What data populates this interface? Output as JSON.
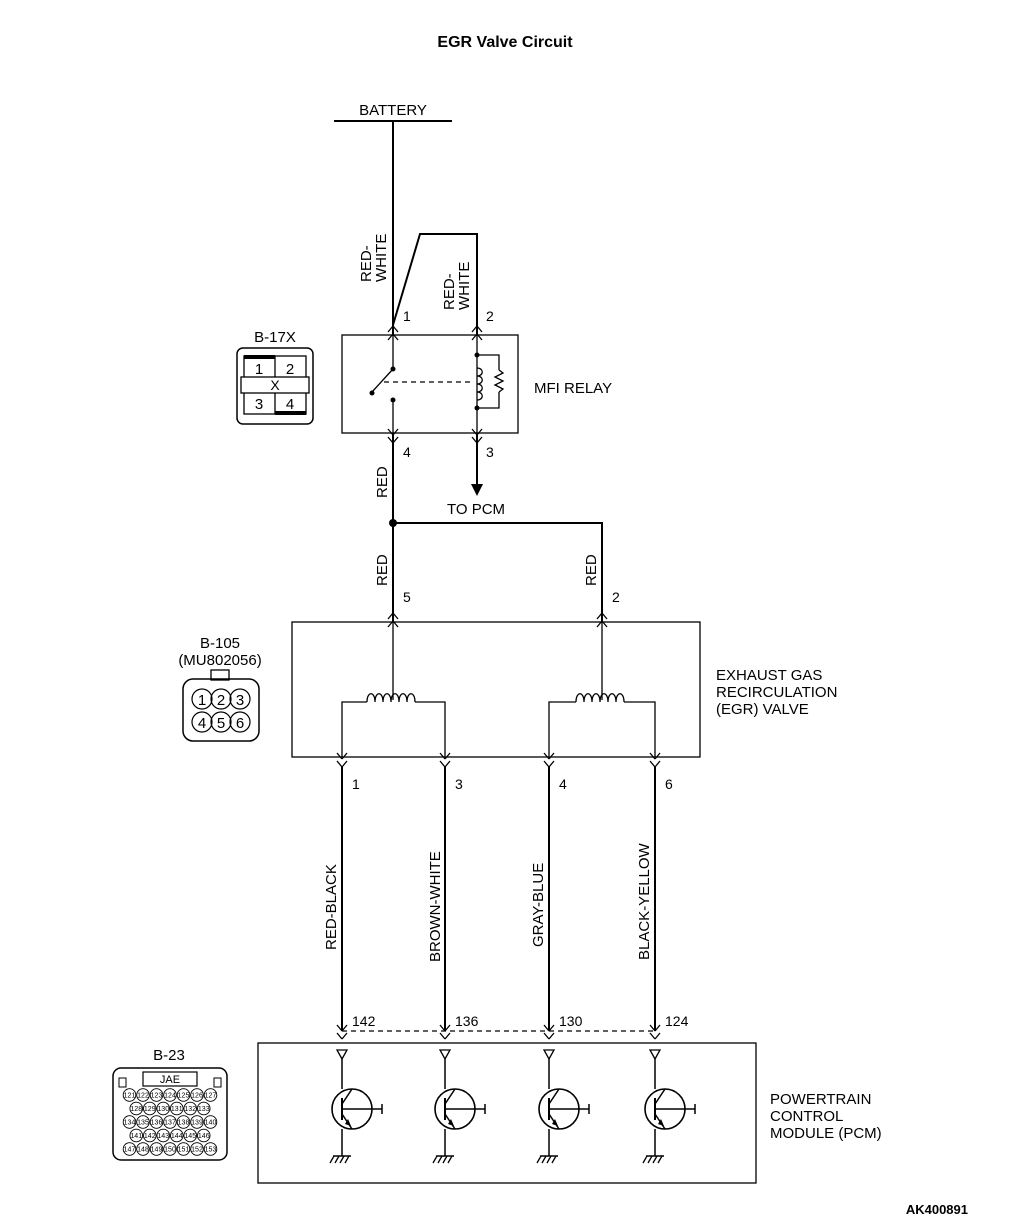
{
  "title": "EGR Valve Circuit",
  "figure_id": "AK400891",
  "battery": "BATTERY",
  "to_pcm": "TO PCM",
  "relay": {
    "connector": "B-17X",
    "name": "MFI RELAY",
    "pins": [
      "1",
      "2",
      "3",
      "4"
    ],
    "pin_labels": {
      "p1": "1",
      "p2": "2",
      "p3": "3",
      "p4": "4"
    },
    "connector_x_mark": "X"
  },
  "wires": {
    "battery_to_pin1": [
      "RED-",
      "WHITE"
    ],
    "battery_to_pin2": [
      "RED-",
      "WHITE"
    ],
    "pin4_down": "RED",
    "to_egr5": "RED",
    "to_egr2": "RED"
  },
  "egr": {
    "connector": "B-105",
    "part_number": "(MU802056)",
    "name_lines": [
      "EXHAUST GAS",
      "RECIRCULATION",
      "(EGR) VALVE"
    ],
    "pins_top": {
      "a": "5",
      "b": "2"
    },
    "pins_bottom": [
      "1",
      "3",
      "4",
      "6"
    ],
    "connector_pins": [
      "1",
      "2",
      "3",
      "4",
      "5",
      "6"
    ]
  },
  "egr_to_pcm_wires": [
    "RED-BLACK",
    "BROWN-WHITE",
    "GRAY-BLUE",
    "BLACK-YELLOW"
  ],
  "pcm": {
    "connector": "B-23",
    "connector_maker": "JAE",
    "name_lines": [
      "POWERTRAIN",
      "CONTROL",
      "MODULE (PCM)"
    ],
    "pins": [
      "142",
      "136",
      "130",
      "124"
    ],
    "connector_rows": [
      [
        "121",
        "122",
        "123",
        "124",
        "125",
        "126",
        "127"
      ],
      [
        "128",
        "129",
        "130",
        "131",
        "132",
        "133"
      ],
      [
        "134",
        "135",
        "136",
        "137",
        "138",
        "139",
        "140"
      ],
      [
        "141",
        "142",
        "143",
        "144",
        "145",
        "146"
      ],
      [
        "147",
        "148",
        "149",
        "150",
        "151",
        "152",
        "153"
      ]
    ]
  }
}
